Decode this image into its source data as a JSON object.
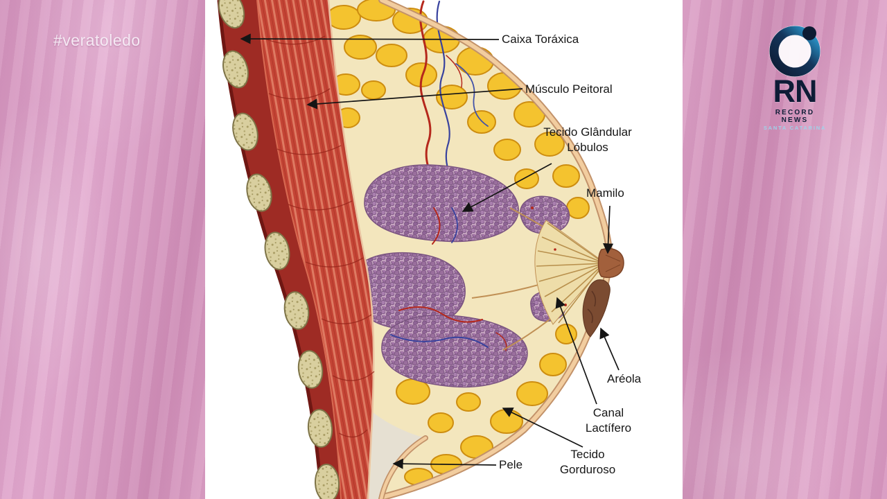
{
  "broadcast": {
    "hashtag": "#veratoledo",
    "logo": {
      "abbr": "RN",
      "line1": "RECORD NEWS",
      "line2": "SANTA CATARINA"
    }
  },
  "diagram": {
    "labels": {
      "caixa_toraxica": "Caixa Toráxica",
      "musculo_peitoral": "Músculo Peitoral",
      "tecido_glandular_lobulos": "Tecido Glândular\nLóbulos",
      "mamilo": "Mamilo",
      "areola": "Aréola",
      "canal_lactifero": "Canal\nLactífero",
      "tecido_gorduroso": "Tecido\nGorduroso",
      "pele": "Pele"
    },
    "colors": {
      "muscle_red": "#c44435",
      "chest_wall_dark_red": "#9e2b24",
      "fat_yellow": "#f4c32f",
      "gland_purple": "#9a6f9d",
      "skin_tone": "#f2cd9f",
      "panel_background": "#ffffff"
    }
  },
  "frame": {
    "colors": {
      "background_pink": "#dda0c9",
      "logo_navy": "#0e1c36",
      "logo_blue": "#2ea6dd",
      "hashtag_text": "#f0e6ef"
    }
  }
}
